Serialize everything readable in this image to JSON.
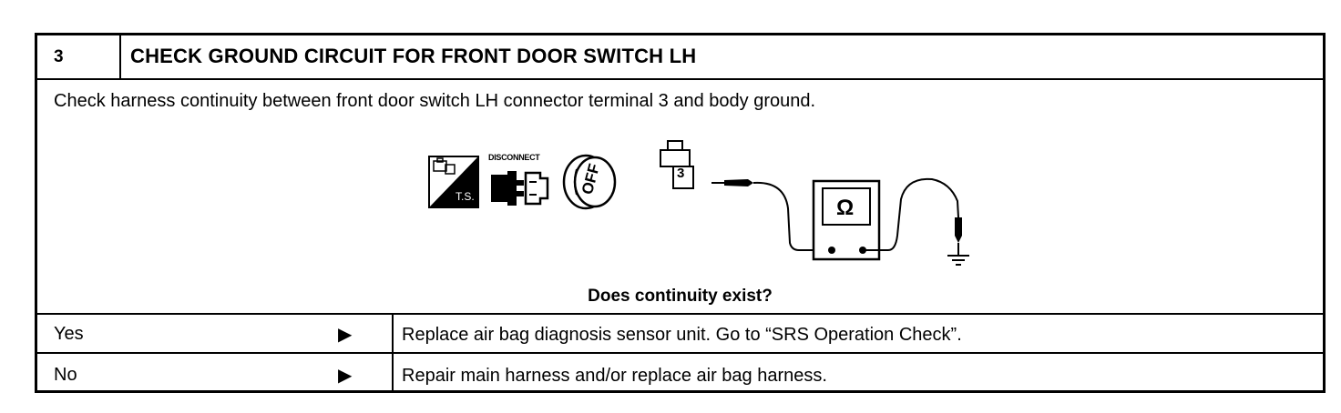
{
  "step": {
    "number": "3",
    "title": "CHECK GROUND CIRCUIT FOR FRONT DOOR SWITCH LH"
  },
  "instruction": "Check harness continuity between front door switch LH connector terminal 3 and body ground.",
  "diagram": {
    "ts_label": "T.S.",
    "disconnect_label": "DISCONNECT",
    "off_label": "OFF",
    "terminal_label": "3",
    "ohm_symbol": "Ω"
  },
  "question": "Does continuity exist?",
  "answers": [
    {
      "label": "Yes",
      "arrow": "▶",
      "action": "Replace air bag diagnosis sensor unit. Go to “SRS Operation Check”."
    },
    {
      "label": "No",
      "arrow": "▶",
      "action": "Repair main harness and/or replace air bag harness."
    }
  ]
}
